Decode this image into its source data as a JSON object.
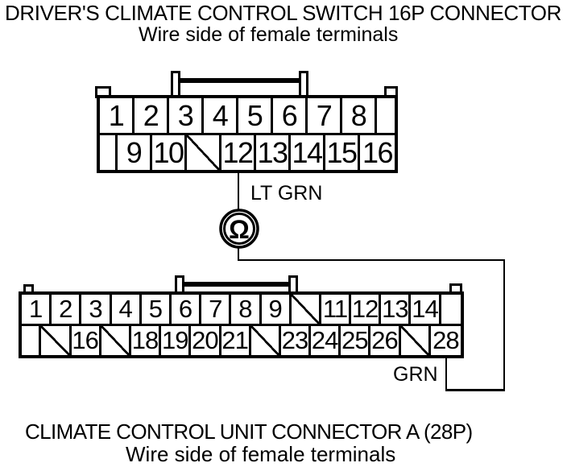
{
  "colors": {
    "line": "#000000",
    "background": "#ffffff"
  },
  "top_connector": {
    "title": "DRIVER'S CLIMATE CONTROL SWITCH 16P CONNECTOR",
    "subtitle": "Wire side of female terminals",
    "rows": [
      {
        "cells": [
          {
            "type": "pin",
            "label": "1"
          },
          {
            "type": "pin",
            "label": "2"
          },
          {
            "type": "pin",
            "label": "3"
          },
          {
            "type": "pin",
            "label": "4"
          },
          {
            "type": "pin",
            "label": "5"
          },
          {
            "type": "pin",
            "label": "6"
          },
          {
            "type": "pin",
            "label": "7"
          },
          {
            "type": "pin",
            "label": "8"
          },
          {
            "type": "filler"
          }
        ]
      },
      {
        "cells": [
          {
            "type": "filler"
          },
          {
            "type": "pin",
            "label": "9"
          },
          {
            "type": "pin",
            "label": "10"
          },
          {
            "type": "nc"
          },
          {
            "type": "pin",
            "label": "12"
          },
          {
            "type": "pin",
            "label": "13"
          },
          {
            "type": "pin",
            "label": "14"
          },
          {
            "type": "pin",
            "label": "15"
          },
          {
            "type": "pin",
            "label": "16"
          }
        ]
      }
    ]
  },
  "bottom_connector": {
    "title": "CLIMATE CONTROL UNIT CONNECTOR A (28P)",
    "subtitle": "Wire side of female terminals",
    "rows": [
      {
        "cells": [
          {
            "type": "pin",
            "label": "1"
          },
          {
            "type": "pin",
            "label": "2"
          },
          {
            "type": "pin",
            "label": "3"
          },
          {
            "type": "pin",
            "label": "4"
          },
          {
            "type": "pin",
            "label": "5"
          },
          {
            "type": "pin",
            "label": "6"
          },
          {
            "type": "pin",
            "label": "7"
          },
          {
            "type": "pin",
            "label": "8"
          },
          {
            "type": "pin",
            "label": "9"
          },
          {
            "type": "nc"
          },
          {
            "type": "pin",
            "label": "11"
          },
          {
            "type": "pin",
            "label": "12"
          },
          {
            "type": "pin",
            "label": "13"
          },
          {
            "type": "pin",
            "label": "14"
          },
          {
            "type": "filler"
          }
        ]
      },
      {
        "cells": [
          {
            "type": "filler"
          },
          {
            "type": "nc"
          },
          {
            "type": "pin",
            "label": "16"
          },
          {
            "type": "nc"
          },
          {
            "type": "pin",
            "label": "18"
          },
          {
            "type": "pin",
            "label": "19"
          },
          {
            "type": "pin",
            "label": "20"
          },
          {
            "type": "pin",
            "label": "21"
          },
          {
            "type": "nc"
          },
          {
            "type": "pin",
            "label": "23"
          },
          {
            "type": "pin",
            "label": "24"
          },
          {
            "type": "pin",
            "label": "25"
          },
          {
            "type": "pin",
            "label": "26"
          },
          {
            "type": "nc"
          },
          {
            "type": "pin",
            "label": "28"
          }
        ]
      }
    ]
  },
  "circuit": {
    "wire_label_top": "LT GRN",
    "wire_label_bottom": "GRN",
    "meter_symbol": "Ω"
  }
}
